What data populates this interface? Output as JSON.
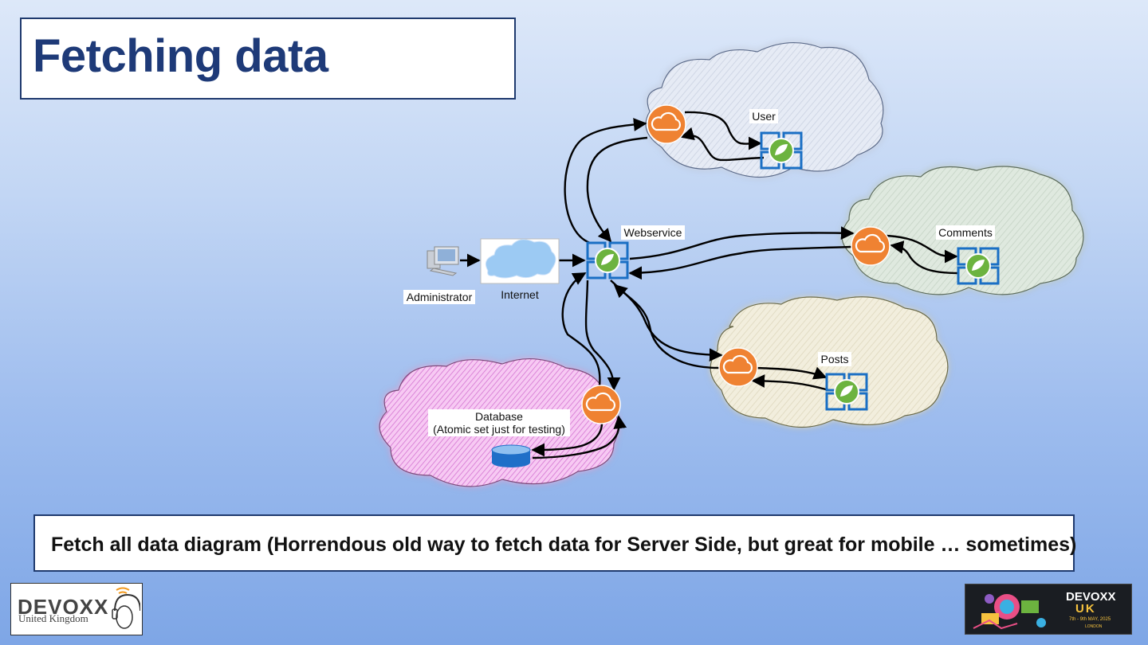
{
  "slide": {
    "title": "Fetching data",
    "caption": "Fetch all data diagram (Horrendous old way to fetch data for Server Side, but great for mobile … sometimes)"
  },
  "diagram": {
    "nodes": {
      "administrator": "Administrator",
      "internet": "Internet",
      "webservice": "Webservice",
      "user": "User",
      "comments": "Comments",
      "posts": "Posts",
      "database_line1": "Database",
      "database_line2": "(Atomic set just for testing)"
    },
    "colors": {
      "gateway_orange": "#ef8232",
      "spring_green": "#6cb33f",
      "service_blue": "#1a6fc4",
      "database_cloud": "#f2b8ee",
      "user_cloud": "#e6ebf5",
      "comments_cloud": "#dfe9df",
      "posts_cloud": "#f2eedd"
    }
  },
  "logos": {
    "left_brand": "DEVOXX",
    "left_sub": "United Kingdom",
    "right_brand": "DEVOXX",
    "right_uk": "UK",
    "right_date": "7th - 9th MAY, 2025",
    "right_city": "LONDON"
  }
}
